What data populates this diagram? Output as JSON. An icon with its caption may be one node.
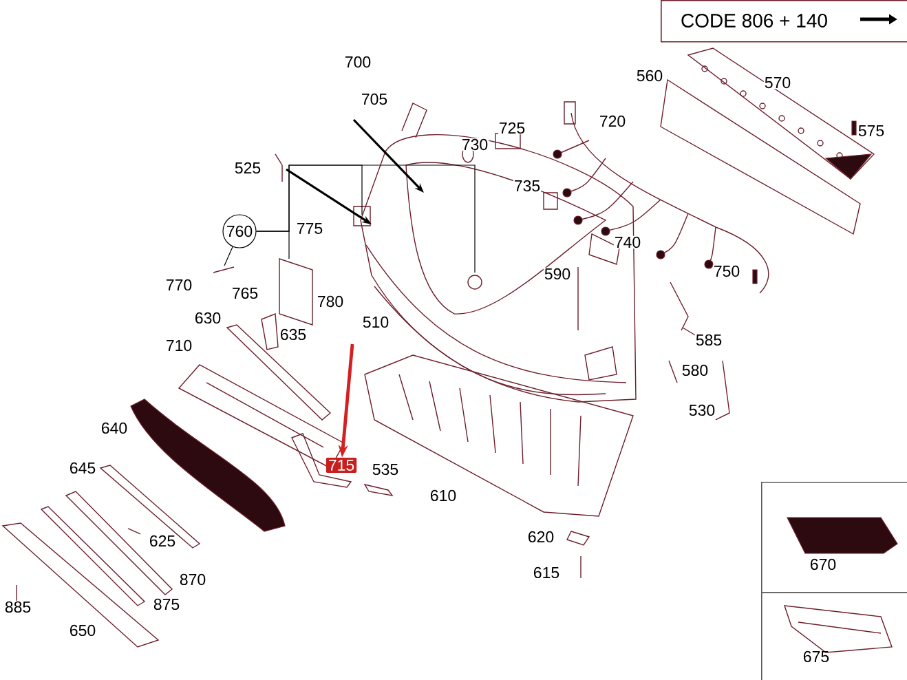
{
  "diagram": {
    "nodes": [
      {
        "text": [
          "CODE 806 + 140"
        ]
      },
      {
        "text": [
          "715"
        ]
      },
      {
        "text": [
          "760"
        ]
      },
      {
        "text": [
          "670"
        ]
      },
      {
        "text": [
          "675"
        ]
      }
    ],
    "edges": [
      {
        "from": null,
        "to": 1,
        "arrow": "to",
        "style": "thick",
        "color": "#d42020"
      },
      {
        "from": 2,
        "to": null,
        "arrow": "none"
      },
      {
        "from": 2,
        "to": null,
        "arrow": "none"
      },
      {
        "from": 2,
        "to": null,
        "arrow": "none"
      },
      {
        "from": 2,
        "to": null,
        "arrow": "none"
      }
    ],
    "labels": [
      "700",
      "705",
      "725",
      "730",
      "735",
      "720",
      "560",
      "570",
      "575",
      "525",
      "775",
      "770",
      "765",
      "780",
      "590",
      "740",
      "750",
      "630",
      "635",
      "710",
      "510",
      "585",
      "580",
      "530",
      "640",
      "535",
      "645",
      "610",
      "625",
      "620",
      "615",
      "870",
      "885",
      "875",
      "650"
    ]
  }
}
